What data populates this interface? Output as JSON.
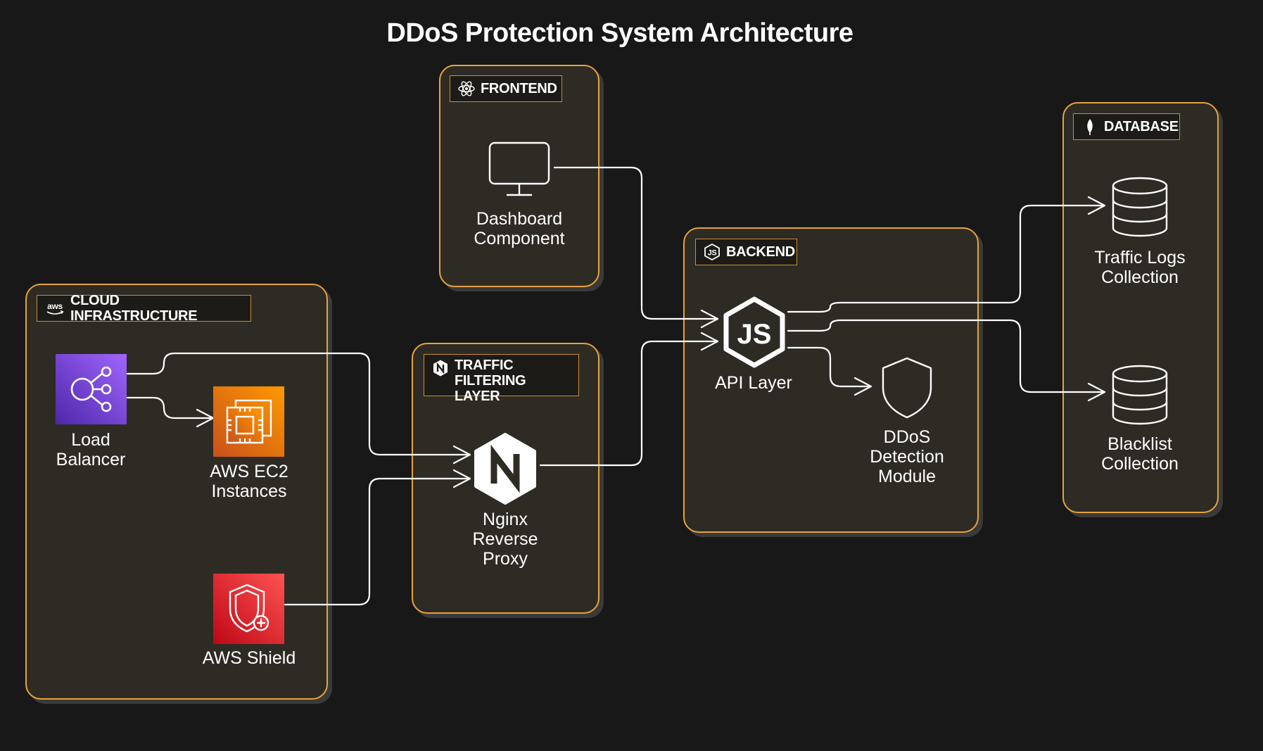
{
  "title": "DDoS Protection System Architecture",
  "groups": {
    "frontend": {
      "label": "FRONTEND"
    },
    "backend": {
      "label": "BACKEND"
    },
    "database": {
      "label": "DATABASE"
    },
    "cloud": {
      "label": "CLOUD INFRASTRUCTURE"
    },
    "traffic": {
      "label_line1": "TRAFFIC",
      "label_line2": "FILTERING LAYER"
    }
  },
  "nodes": {
    "dashboard": {
      "line1": "Dashboard",
      "line2": "Component"
    },
    "api": {
      "line1": "API Layer"
    },
    "ddos": {
      "line1": "DDoS",
      "line2": "Detection",
      "line3": "Module"
    },
    "traffic_logs": {
      "line1": "Traffic Logs",
      "line2": "Collection"
    },
    "blacklist": {
      "line1": "Blacklist",
      "line2": "Collection"
    },
    "load_balancer": {
      "line1": "Load",
      "line2": "Balancer"
    },
    "ec2": {
      "line1": "AWS EC2",
      "line2": "Instances"
    },
    "shield": {
      "line1": "AWS Shield"
    },
    "nginx": {
      "line1": "Nginx",
      "line2": "Reverse",
      "line3": "Proxy"
    }
  },
  "icons": {
    "aws_badge": "aws",
    "load_balancer": "load-balancer-icon",
    "ec2": "ec2-chip-icon",
    "shield": "shield-plus-icon",
    "nginx": "nginx-icon",
    "api": "nodejs-icon",
    "ddos": "shield-outline-icon",
    "dashboard": "monitor-icon",
    "database": "database-cylinder-icon"
  },
  "colors": {
    "background": "#181818",
    "group_fill": "#2e2b25",
    "group_border": "#e8a33a",
    "load_balancer": "#8c4fff",
    "ec2": "#ed7100",
    "shield": "#dd344c"
  }
}
